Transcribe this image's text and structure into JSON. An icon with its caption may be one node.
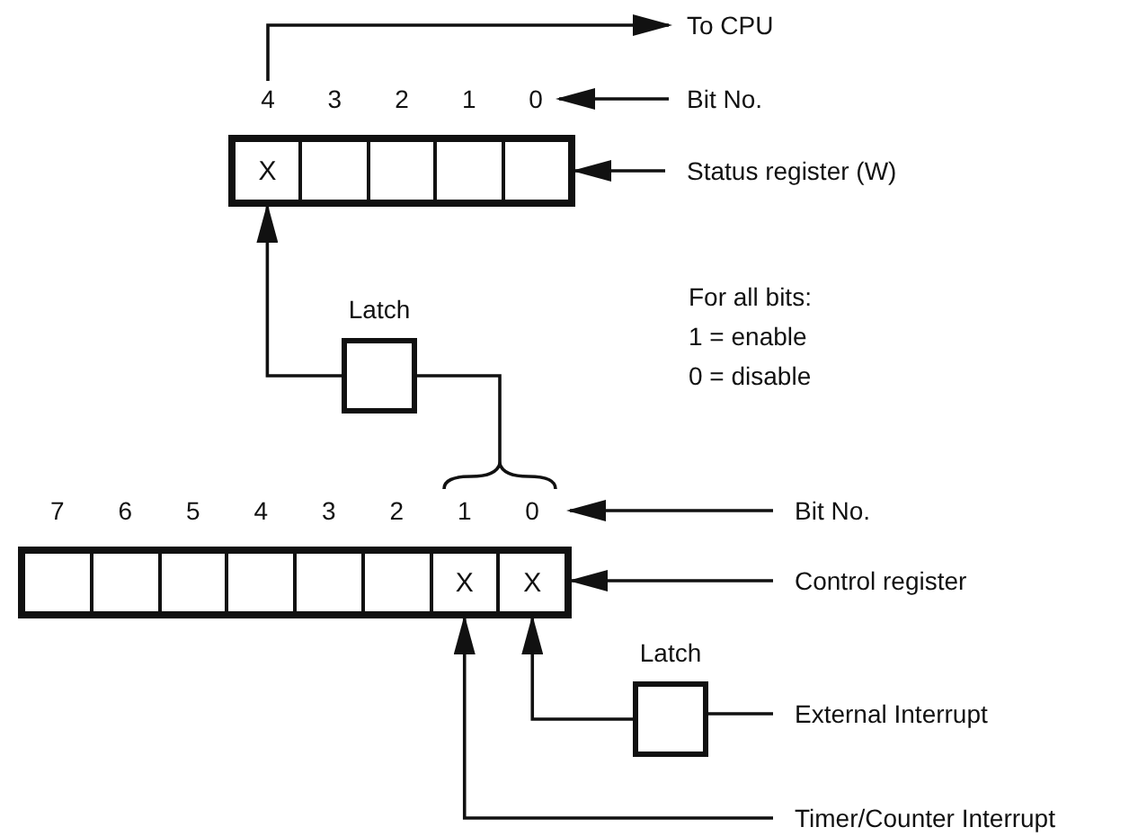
{
  "diagram": {
    "nodes": [
      {
        "text": [
          "To CPU"
        ]
      },
      {
        "text": [
          "4"
        ]
      },
      {
        "text": [
          "Bit No."
        ]
      },
      {
        "text": [],
        "shape": "box"
      },
      {
        "text": [
          "X"
        ],
        "in": 3
      },
      {
        "text": [],
        "shape": "box",
        "in": 3
      },
      {
        "text": [],
        "shape": "box",
        "in": 3
      },
      {
        "text": [],
        "shape": "box",
        "in": 3
      },
      {
        "text": [],
        "shape": "box",
        "in": 3
      },
      {
        "text": [
          "Status register (W)"
        ]
      },
      {
        "text": [
          "Latch"
        ]
      },
      {
        "text": [],
        "shape": "brace"
      },
      {
        "text": [
          "Bit No."
        ]
      },
      {
        "text": [],
        "shape": "box"
      },
      {
        "text": [],
        "shape": "box",
        "in": 13
      },
      {
        "text": [],
        "shape": "box",
        "in": 13
      },
      {
        "text": [],
        "shape": "box",
        "in": 13
      },
      {
        "text": [],
        "shape": "box",
        "in": 13
      },
      {
        "text": [],
        "shape": "box",
        "in": 13
      },
      {
        "text": [],
        "shape": "box",
        "in": 13
      },
      {
        "text": [
          "X"
        ],
        "in": 13
      },
      {
        "text": [
          "X"
        ],
        "in": 13
      },
      {
        "text": [
          "Control register"
        ]
      },
      {
        "text": [
          "Latch"
        ]
      },
      {
        "text": [
          "External Interrupt"
        ]
      },
      {
        "text": [
          "Timer/Counter Interrupt"
        ]
      },
      {
        "text": [
          "0"
        ]
      },
      {
        "text": [
          "0"
        ]
      }
    ],
    "edges": [
      {
        "from": 1,
        "to": 0,
        "arrow": "to"
      },
      {
        "from": 2,
        "to": 26,
        "arrow": "to"
      },
      {
        "from": 9,
        "to": 3,
        "arrow": "to"
      },
      {
        "from": 10,
        "to": 4,
        "arrow": "to"
      },
      {
        "from": 11,
        "to": 10,
        "arrow": "none"
      },
      {
        "from": 12,
        "to": 27,
        "arrow": "to"
      },
      {
        "from": 22,
        "to": 13,
        "arrow": "to"
      },
      {
        "from": 24,
        "to": 23,
        "arrow": "none"
      },
      {
        "from": 23,
        "to": 21,
        "arrow": "to"
      },
      {
        "from": 25,
        "to": 20,
        "arrow": "to"
      }
    ],
    "labels": [
      "3",
      "2",
      "1",
      "For all bits:",
      "1 = enable",
      "0 = disable",
      "7",
      "6",
      "5",
      "4",
      "3",
      "2",
      "1"
    ]
  }
}
